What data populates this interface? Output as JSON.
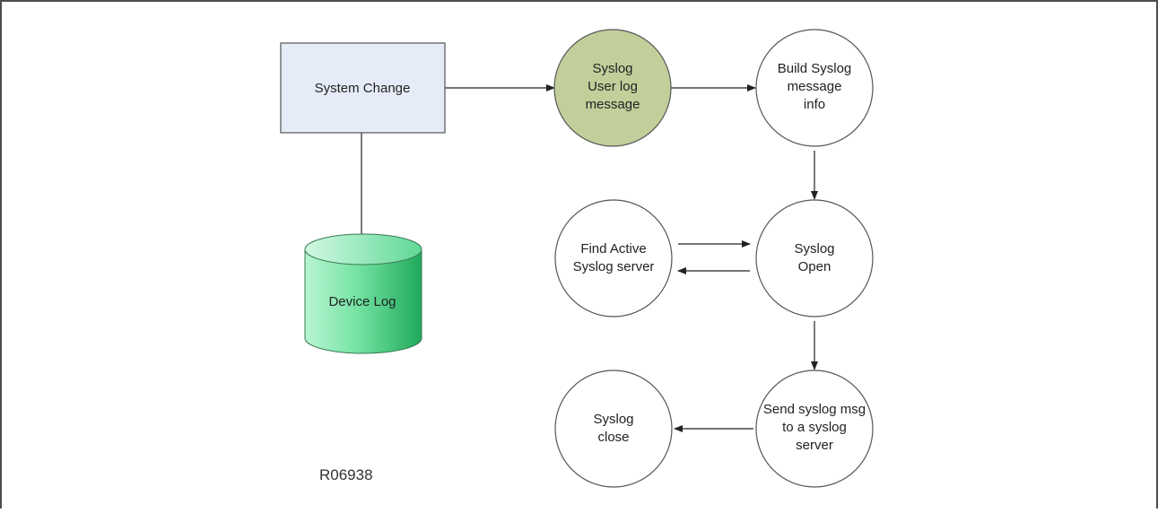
{
  "diagram": {
    "figure_id": "R06938",
    "nodes": {
      "system_change": {
        "lines": [
          "System Change"
        ],
        "fill": "#e6ecf7"
      },
      "device_log": {
        "lines": [
          "Device Log"
        ],
        "fill": "#3fd37f"
      },
      "syslog_user_log": {
        "lines": [
          "Syslog",
          "User log",
          "message"
        ],
        "fill": "#c2cf9b"
      },
      "build_syslog": {
        "lines": [
          "Build Syslog",
          "message",
          "info"
        ],
        "fill": "#ffffff"
      },
      "syslog_open": {
        "lines": [
          "Syslog",
          "Open"
        ],
        "fill": "#ffffff"
      },
      "find_active": {
        "lines": [
          "Find Active",
          "Syslog server"
        ],
        "fill": "#ffffff"
      },
      "send_syslog": {
        "lines": [
          "Send syslog msg",
          "to a syslog",
          "server"
        ],
        "fill": "#ffffff"
      },
      "syslog_close": {
        "lines": [
          "Syslog",
          "close"
        ],
        "fill": "#ffffff"
      }
    },
    "edges": [
      {
        "from": "system_change",
        "to": "syslog_user_log"
      },
      {
        "from": "system_change",
        "to": "device_log"
      },
      {
        "from": "syslog_user_log",
        "to": "build_syslog"
      },
      {
        "from": "build_syslog",
        "to": "syslog_open"
      },
      {
        "from": "find_active",
        "to": "syslog_open"
      },
      {
        "from": "syslog_open",
        "to": "find_active"
      },
      {
        "from": "syslog_open",
        "to": "send_syslog"
      },
      {
        "from": "send_syslog",
        "to": "syslog_close"
      }
    ],
    "colors": {
      "line": "#222222",
      "frame": "#4d4d4d"
    }
  }
}
